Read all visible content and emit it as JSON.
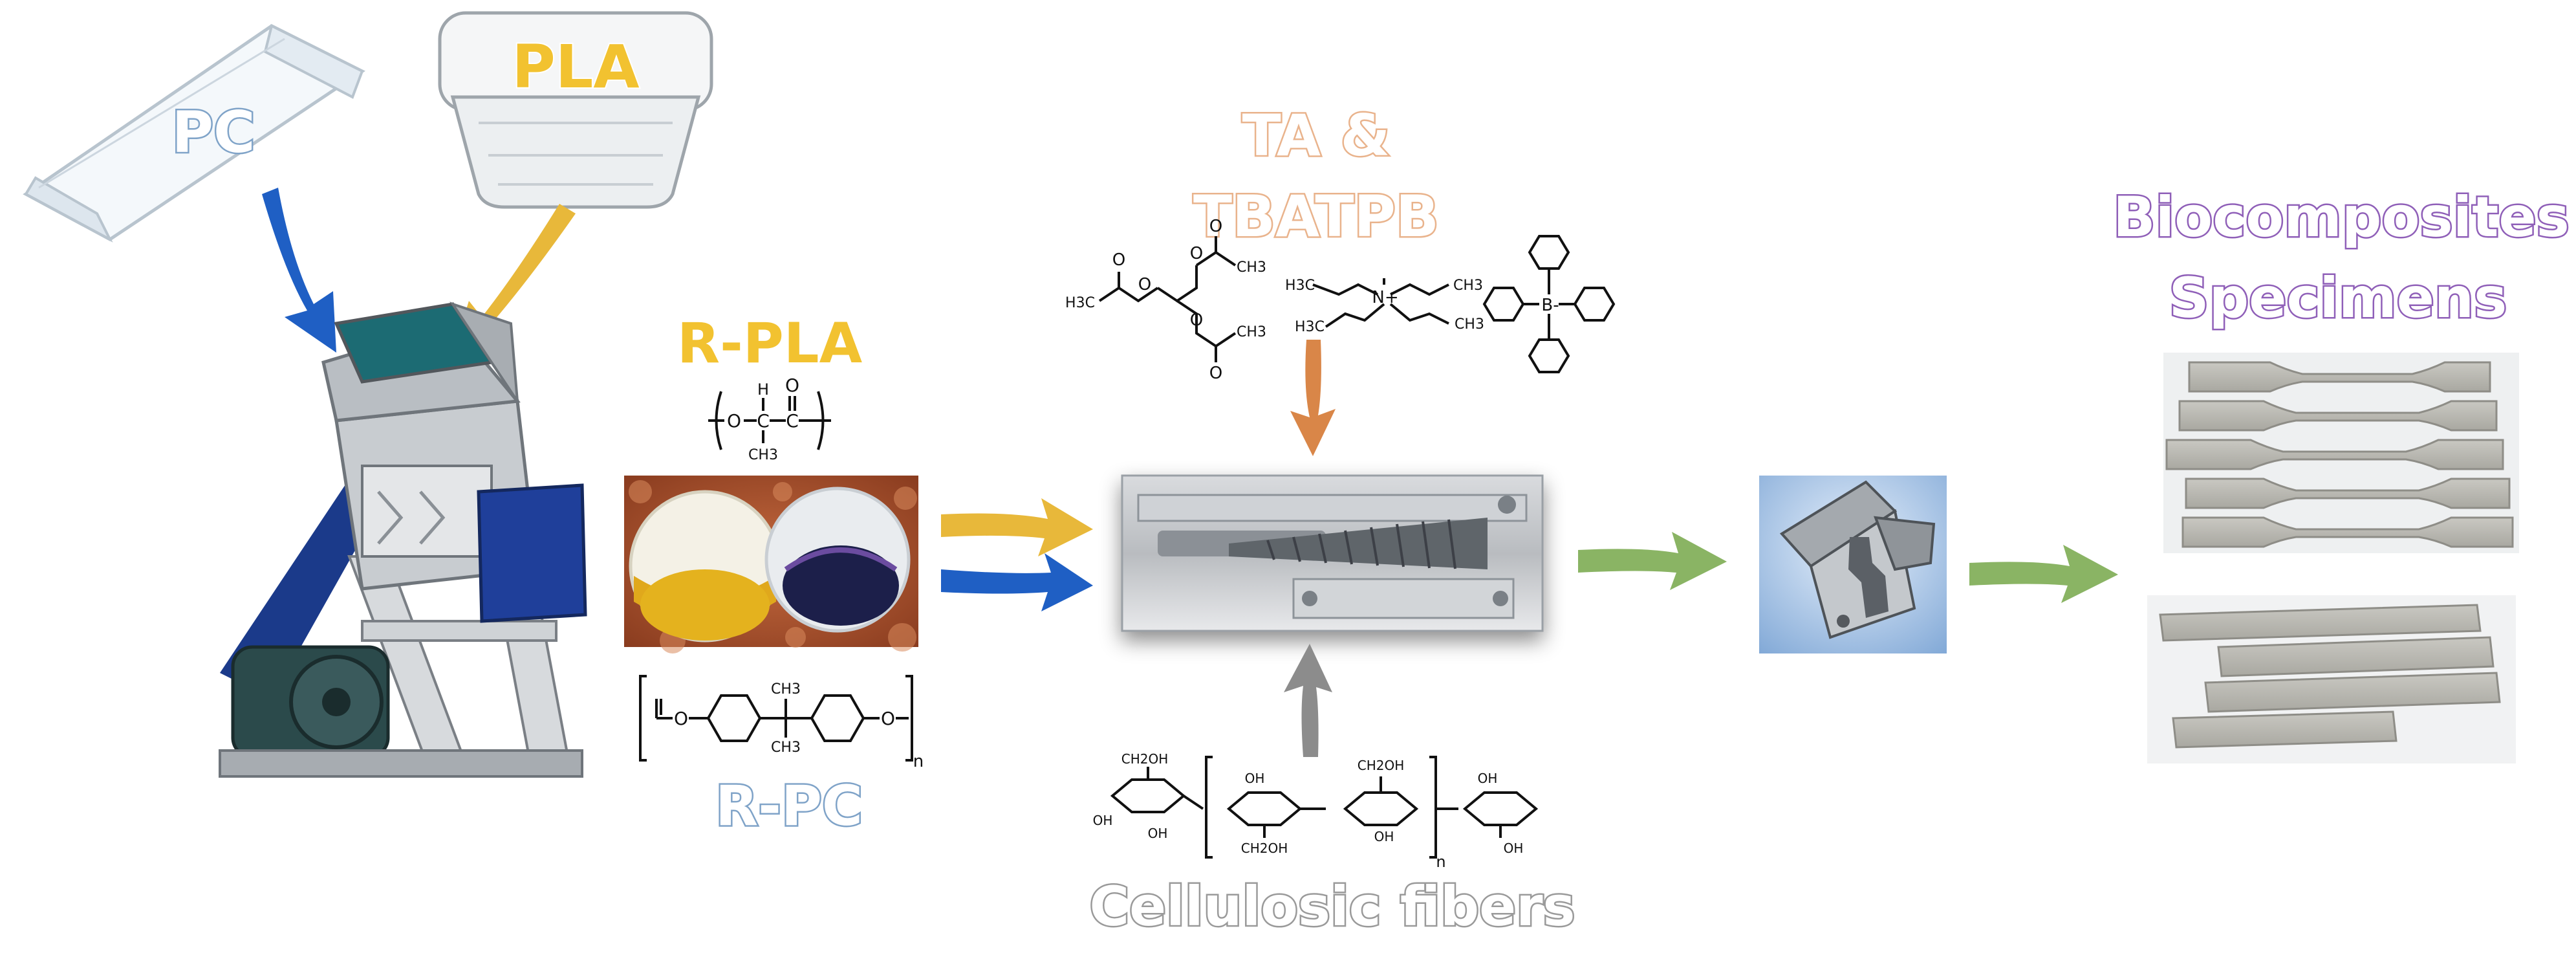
{
  "labels": {
    "pc": "PC",
    "pla": "PLA",
    "rpla": "R-PLA",
    "rpc": "R-PC",
    "ta_line1": "TA &",
    "ta_line2": "TBATPB",
    "cellulose": "Cellulosic fibers",
    "bio_line1": "Biocomposites",
    "bio_line2": "Specimens"
  },
  "chem_text": {
    "ta_o1": "O",
    "ta_o2": "O",
    "ta_o3": "O",
    "ta_o4": "O",
    "ta_o5": "O",
    "ta_o6": "O",
    "ta_ch3a": "CH3",
    "ta_ch3b": "H3C",
    "ta_ch3c": "CH3",
    "tbat_h3c1": "H3C",
    "tbat_ch3a": "CH3",
    "tbat_h3c2": "H3C",
    "tbat_ch3b": "CH3",
    "tbat_n": "N+",
    "tpb_b": "B-",
    "pla_o1": "O",
    "pla_c": "C",
    "pla_o2": "O",
    "pla_c2": "C",
    "pla_h": "H",
    "pla_ch3": "CH3",
    "pc_o1": "O",
    "pc_o2": "O",
    "pc_ch3a": "CH3",
    "pc_ch3b": "CH3",
    "pc_n": "n",
    "cell_oh1": "OH",
    "cell_oh2": "OH",
    "cell_oh3": "OH",
    "cell_oh4": "OH",
    "cell_oh5": "OH",
    "cell_oh6": "OH",
    "cell_ch2oh1": "CH2OH",
    "cell_ch2oh2": "CH2OH",
    "cell_ch2oh3": "CH2OH",
    "cell_n": "n"
  },
  "colors": {
    "pc": "#7fa3c8",
    "pla": "#f2c230",
    "rpla": "#f2c230",
    "rpc": "#7fa3c8",
    "ta": "#e9b38c",
    "cellulose": "#9a9a9a",
    "bio": "#8f5fb8",
    "arrow_blue": "#1f5fc4",
    "arrow_yellow": "#e8b83a",
    "arrow_orange": "#d98648",
    "arrow_gray": "#8c8c8c",
    "arrow_green": "#8ab464"
  }
}
